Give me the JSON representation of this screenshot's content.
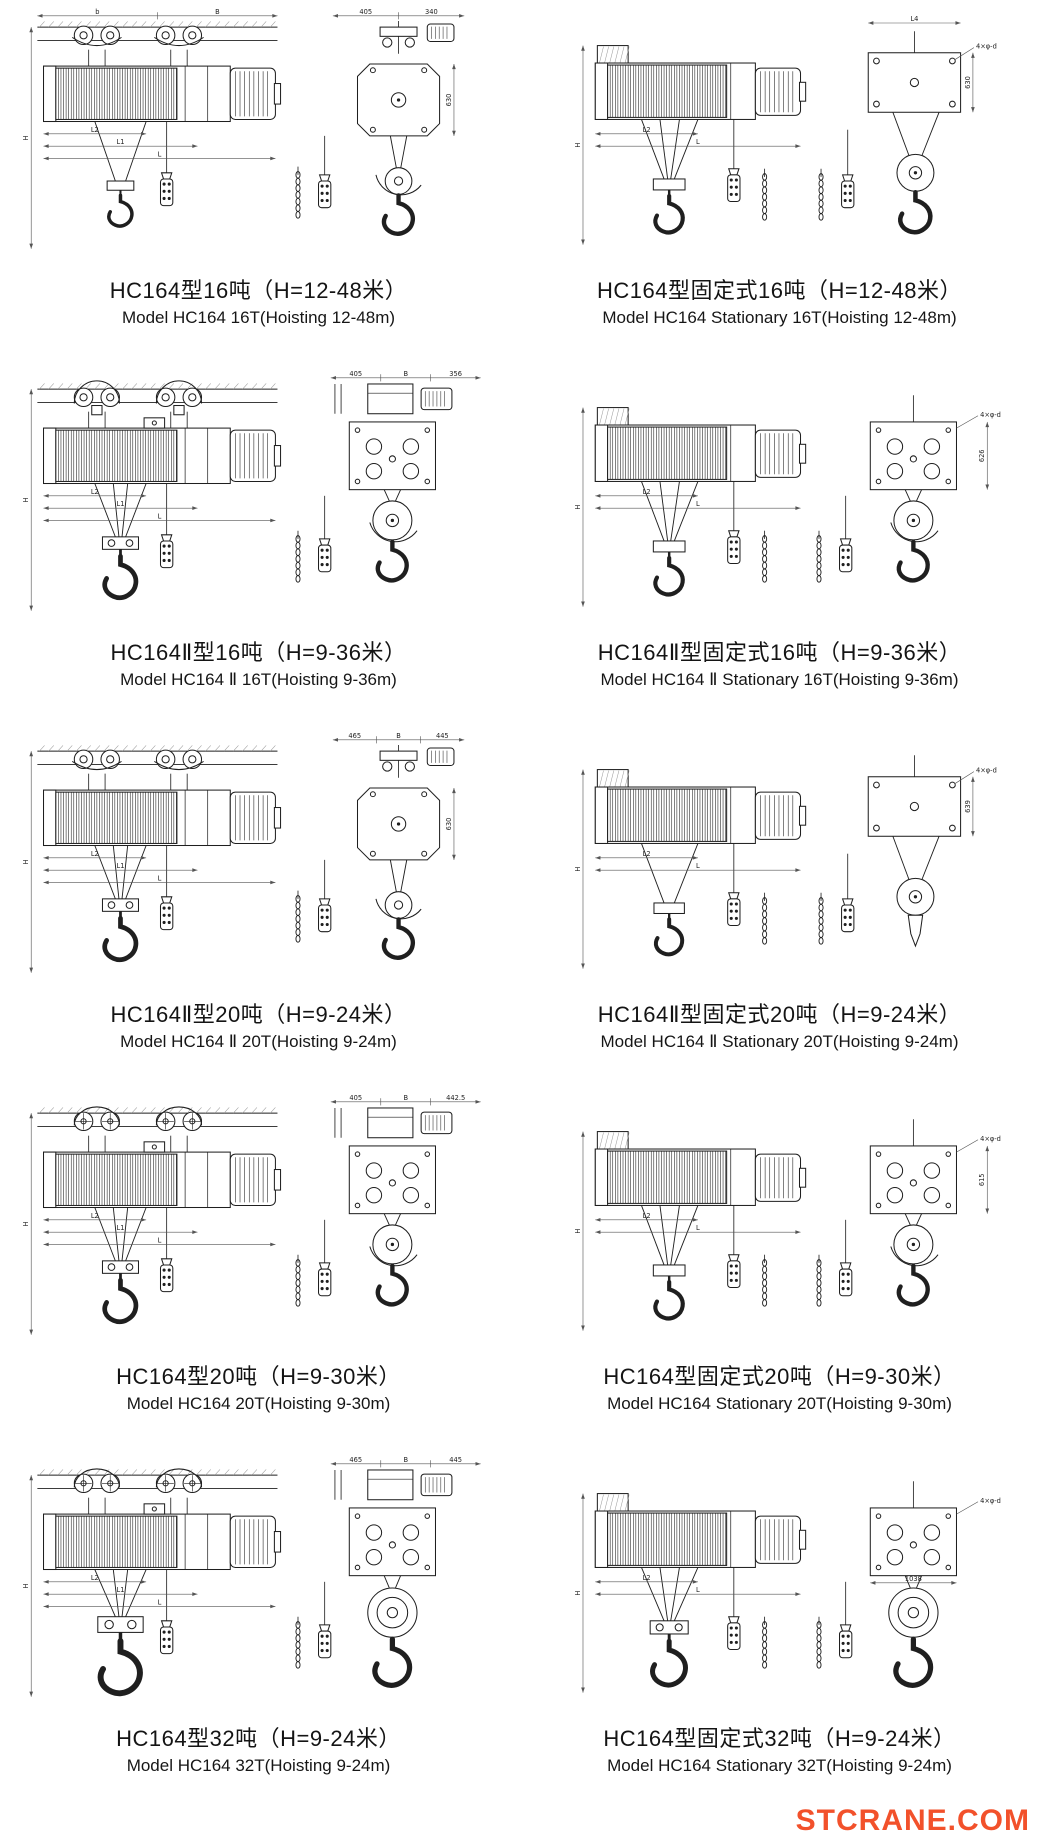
{
  "page": {
    "background": "#ffffff",
    "watermark": "STCRANE.COM",
    "watermark_color": "#f2512b"
  },
  "cells": [
    {
      "caption_cn": "HC164型16吨（H=12-48米）",
      "caption_en": "Model HC164 16T(Hoisting 12-48m)",
      "view": "trolley",
      "dims": {
        "front_top": [
          "b",
          "B"
        ],
        "body": [
          "L2",
          "L1",
          "L"
        ],
        "height": "H",
        "side_top": [
          "405",
          "340"
        ],
        "side_height": "630"
      }
    },
    {
      "caption_cn": "HC164型固定式16吨（H=12-48米）",
      "caption_en": "Model HC164 Stationary 16T(Hoisting 12-48m)",
      "view": "stationary",
      "dims": {
        "body": [
          "L2",
          "L"
        ],
        "height": "H",
        "side_top": [
          "L4"
        ],
        "side_height": "630",
        "plate_holes": "4×φ-d"
      }
    },
    {
      "caption_cn": "HC164Ⅱ型16吨（H=9-36米）",
      "caption_en": "Model HC164 Ⅱ 16T(Hoisting 9-36m)",
      "view": "trolley",
      "dims": {
        "side_top": [
          "405",
          "B",
          "356"
        ],
        "body": [
          "L2",
          "L1",
          "L"
        ],
        "height": "H"
      }
    },
    {
      "caption_cn": "HC164Ⅱ型固定式16吨（H=9-36米）",
      "caption_en": "Model HC164 Ⅱ Stationary 16T(Hoisting 9-36m)",
      "view": "stationary",
      "dims": {
        "body": [
          "L2",
          "L"
        ],
        "height": "H",
        "side_height": "626",
        "plate_holes": "4×φ-d"
      }
    },
    {
      "caption_cn": "HC164Ⅱ型20吨（H=9-24米）",
      "caption_en": "Model HC164 Ⅱ 20T(Hoisting 9-24m)",
      "view": "trolley",
      "dims": {
        "side_top": [
          "465",
          "B",
          "445"
        ],
        "body": [
          "L2",
          "L1",
          "L"
        ],
        "height": "H",
        "side_height": "630"
      }
    },
    {
      "caption_cn": "HC164Ⅱ型固定式20吨（H=9-24米）",
      "caption_en": "Model HC164 Ⅱ Stationary 20T(Hoisting 9-24m)",
      "view": "stationary",
      "dims": {
        "body": [
          "L2",
          "L"
        ],
        "height": "H",
        "side_height": "639",
        "plate_holes": "4×φ-d"
      }
    },
    {
      "caption_cn": "HC164型20吨（H=9-30米）",
      "caption_en": "Model HC164 20T(Hoisting 9-30m)",
      "view": "trolley",
      "dims": {
        "side_top": [
          "405",
          "B",
          "442.5"
        ],
        "body": [
          "L2",
          "L1",
          "L"
        ],
        "height": "H"
      }
    },
    {
      "caption_cn": "HC164型固定式20吨（H=9-30米）",
      "caption_en": "Model HC164 Stationary 20T(Hoisting 9-30m)",
      "view": "stationary",
      "dims": {
        "body": [
          "L2",
          "L"
        ],
        "height": "H",
        "side_height": "615",
        "plate_holes": "4×φ-d"
      }
    },
    {
      "caption_cn": "HC164型32吨（H=9-24米）",
      "caption_en": "Model HC164 32T(Hoisting 9-24m)",
      "view": "trolley",
      "dims": {
        "side_top": [
          "465",
          "B",
          "445"
        ],
        "body": [
          "L2",
          "L1",
          "L"
        ],
        "height": "H"
      }
    },
    {
      "caption_cn": "HC164型固定式32吨（H=9-24米）",
      "caption_en": "Model HC164 Stationary 32T(Hoisting 9-24m)",
      "view": "stationary",
      "dims": {
        "body": [
          "L2",
          "L"
        ],
        "height": "H",
        "side_width": "1038",
        "plate_holes": "4×φ-d"
      }
    }
  ]
}
